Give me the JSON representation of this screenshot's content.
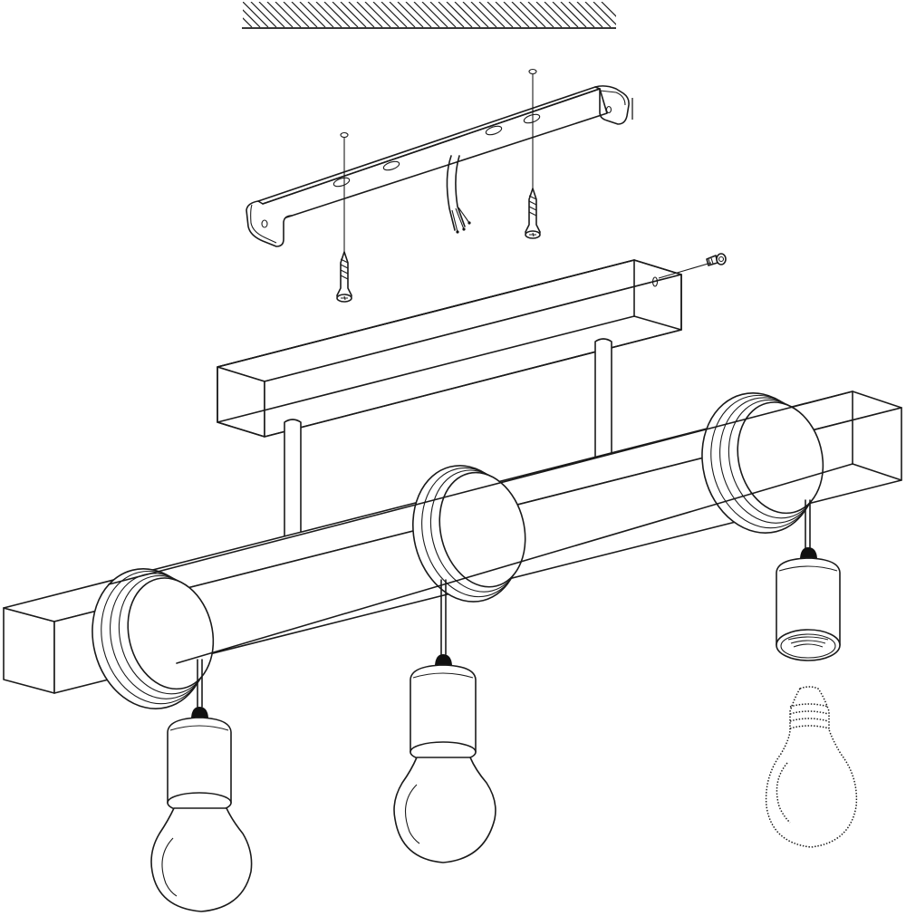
{
  "diagram": {
    "type": "exploded-assembly",
    "subject": "3-light pendant ceiling fixture",
    "stroke_color": "#1a1a1a",
    "background": "#ffffff",
    "components": [
      {
        "id": "ceiling",
        "label": "Ceiling (hatched)",
        "icon": "ceiling-hatch-icon"
      },
      {
        "id": "mounting-bracket",
        "label": "Mounting bracket",
        "icon": "bracket-icon",
        "holes": 4
      },
      {
        "id": "wall-plug-1",
        "label": "Wall plug",
        "icon": "wall-plug-icon"
      },
      {
        "id": "wall-plug-2",
        "label": "Wall plug",
        "icon": "wall-plug-icon"
      },
      {
        "id": "screw-1",
        "label": "Countersunk screw",
        "icon": "screw-icon"
      },
      {
        "id": "screw-2",
        "label": "Countersunk screw",
        "icon": "screw-icon"
      },
      {
        "id": "supply-cable",
        "label": "Mains supply cable (3 wires)",
        "icon": "cable-icon"
      },
      {
        "id": "canopy",
        "label": "Ceiling canopy box",
        "icon": "canopy-icon"
      },
      {
        "id": "side-screw",
        "label": "Side fixing screw",
        "icon": "side-screw-icon"
      },
      {
        "id": "stems",
        "label": "Suspension rods",
        "count": 2,
        "icon": "rod-icon"
      },
      {
        "id": "beam",
        "label": "Rectangular beam",
        "icon": "beam-icon"
      },
      {
        "id": "cable-wraps",
        "label": "Wrapped cable coils",
        "count": 3,
        "icon": "coil-icon"
      },
      {
        "id": "lamp-holders",
        "label": "Cylindrical lamp holders",
        "count": 3,
        "icon": "lamp-holder-icon"
      },
      {
        "id": "bulbs",
        "label": "A-shape bulbs",
        "count": 3,
        "icon": "bulb-icon"
      }
    ],
    "pendants": [
      {
        "position": "left",
        "bulb_installed": true
      },
      {
        "position": "center",
        "bulb_installed": true
      },
      {
        "position": "right",
        "bulb_installed": false,
        "bulb_style": "dotted",
        "note": "bulb shown separately below socket"
      }
    ]
  }
}
